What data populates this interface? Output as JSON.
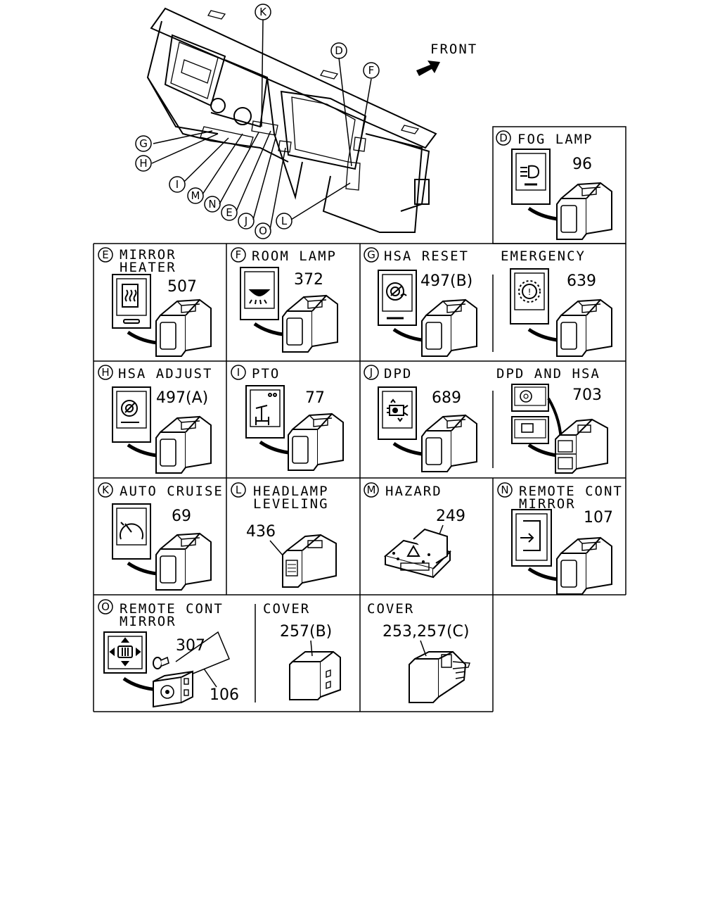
{
  "overview": {
    "front_label": "FRONT",
    "callouts": [
      "K",
      "D",
      "F",
      "G",
      "H",
      "I",
      "M",
      "N",
      "E",
      "J",
      "O",
      "L"
    ]
  },
  "panels": {
    "D": {
      "letter": "D",
      "title": "FOG LAMP",
      "part": "96"
    },
    "E": {
      "letter": "E",
      "title_line1": "MIRROR",
      "title_line2": "HEATER",
      "part": "507"
    },
    "F": {
      "letter": "F",
      "title": "ROOM LAMP",
      "part": "372"
    },
    "G": {
      "letter": "G",
      "title": "HSA RESET",
      "part": "497(B)"
    },
    "EMG": {
      "title": "EMERGENCY",
      "part": "639"
    },
    "H": {
      "letter": "H",
      "title": "HSA ADJUST",
      "part": "497(A)"
    },
    "I": {
      "letter": "I",
      "title": "PTO",
      "part": "77"
    },
    "J": {
      "letter": "J",
      "title": "DPD",
      "part": "689"
    },
    "DPDHSA": {
      "title": "DPD AND HSA",
      "part": "703"
    },
    "K": {
      "letter": "K",
      "title": "AUTO CRUISE",
      "part": "69"
    },
    "L": {
      "letter": "L",
      "title_line1": "HEADLAMP",
      "title_line2": "LEVELING",
      "part": "436"
    },
    "M": {
      "letter": "M",
      "title": "HAZARD",
      "part": "249"
    },
    "N": {
      "letter": "N",
      "title_line1": "REMOTE CONT",
      "title_line2": "MIRROR",
      "part": "107"
    },
    "O": {
      "letter": "O",
      "title_line1": "REMOTE CONT",
      "title_line2": "MIRROR",
      "part_a": "307",
      "part_b": "106"
    },
    "COVER1": {
      "title": "COVER",
      "part": "257(B)"
    },
    "COVER2": {
      "title": "COVER",
      "part": "253,257(C)"
    }
  }
}
